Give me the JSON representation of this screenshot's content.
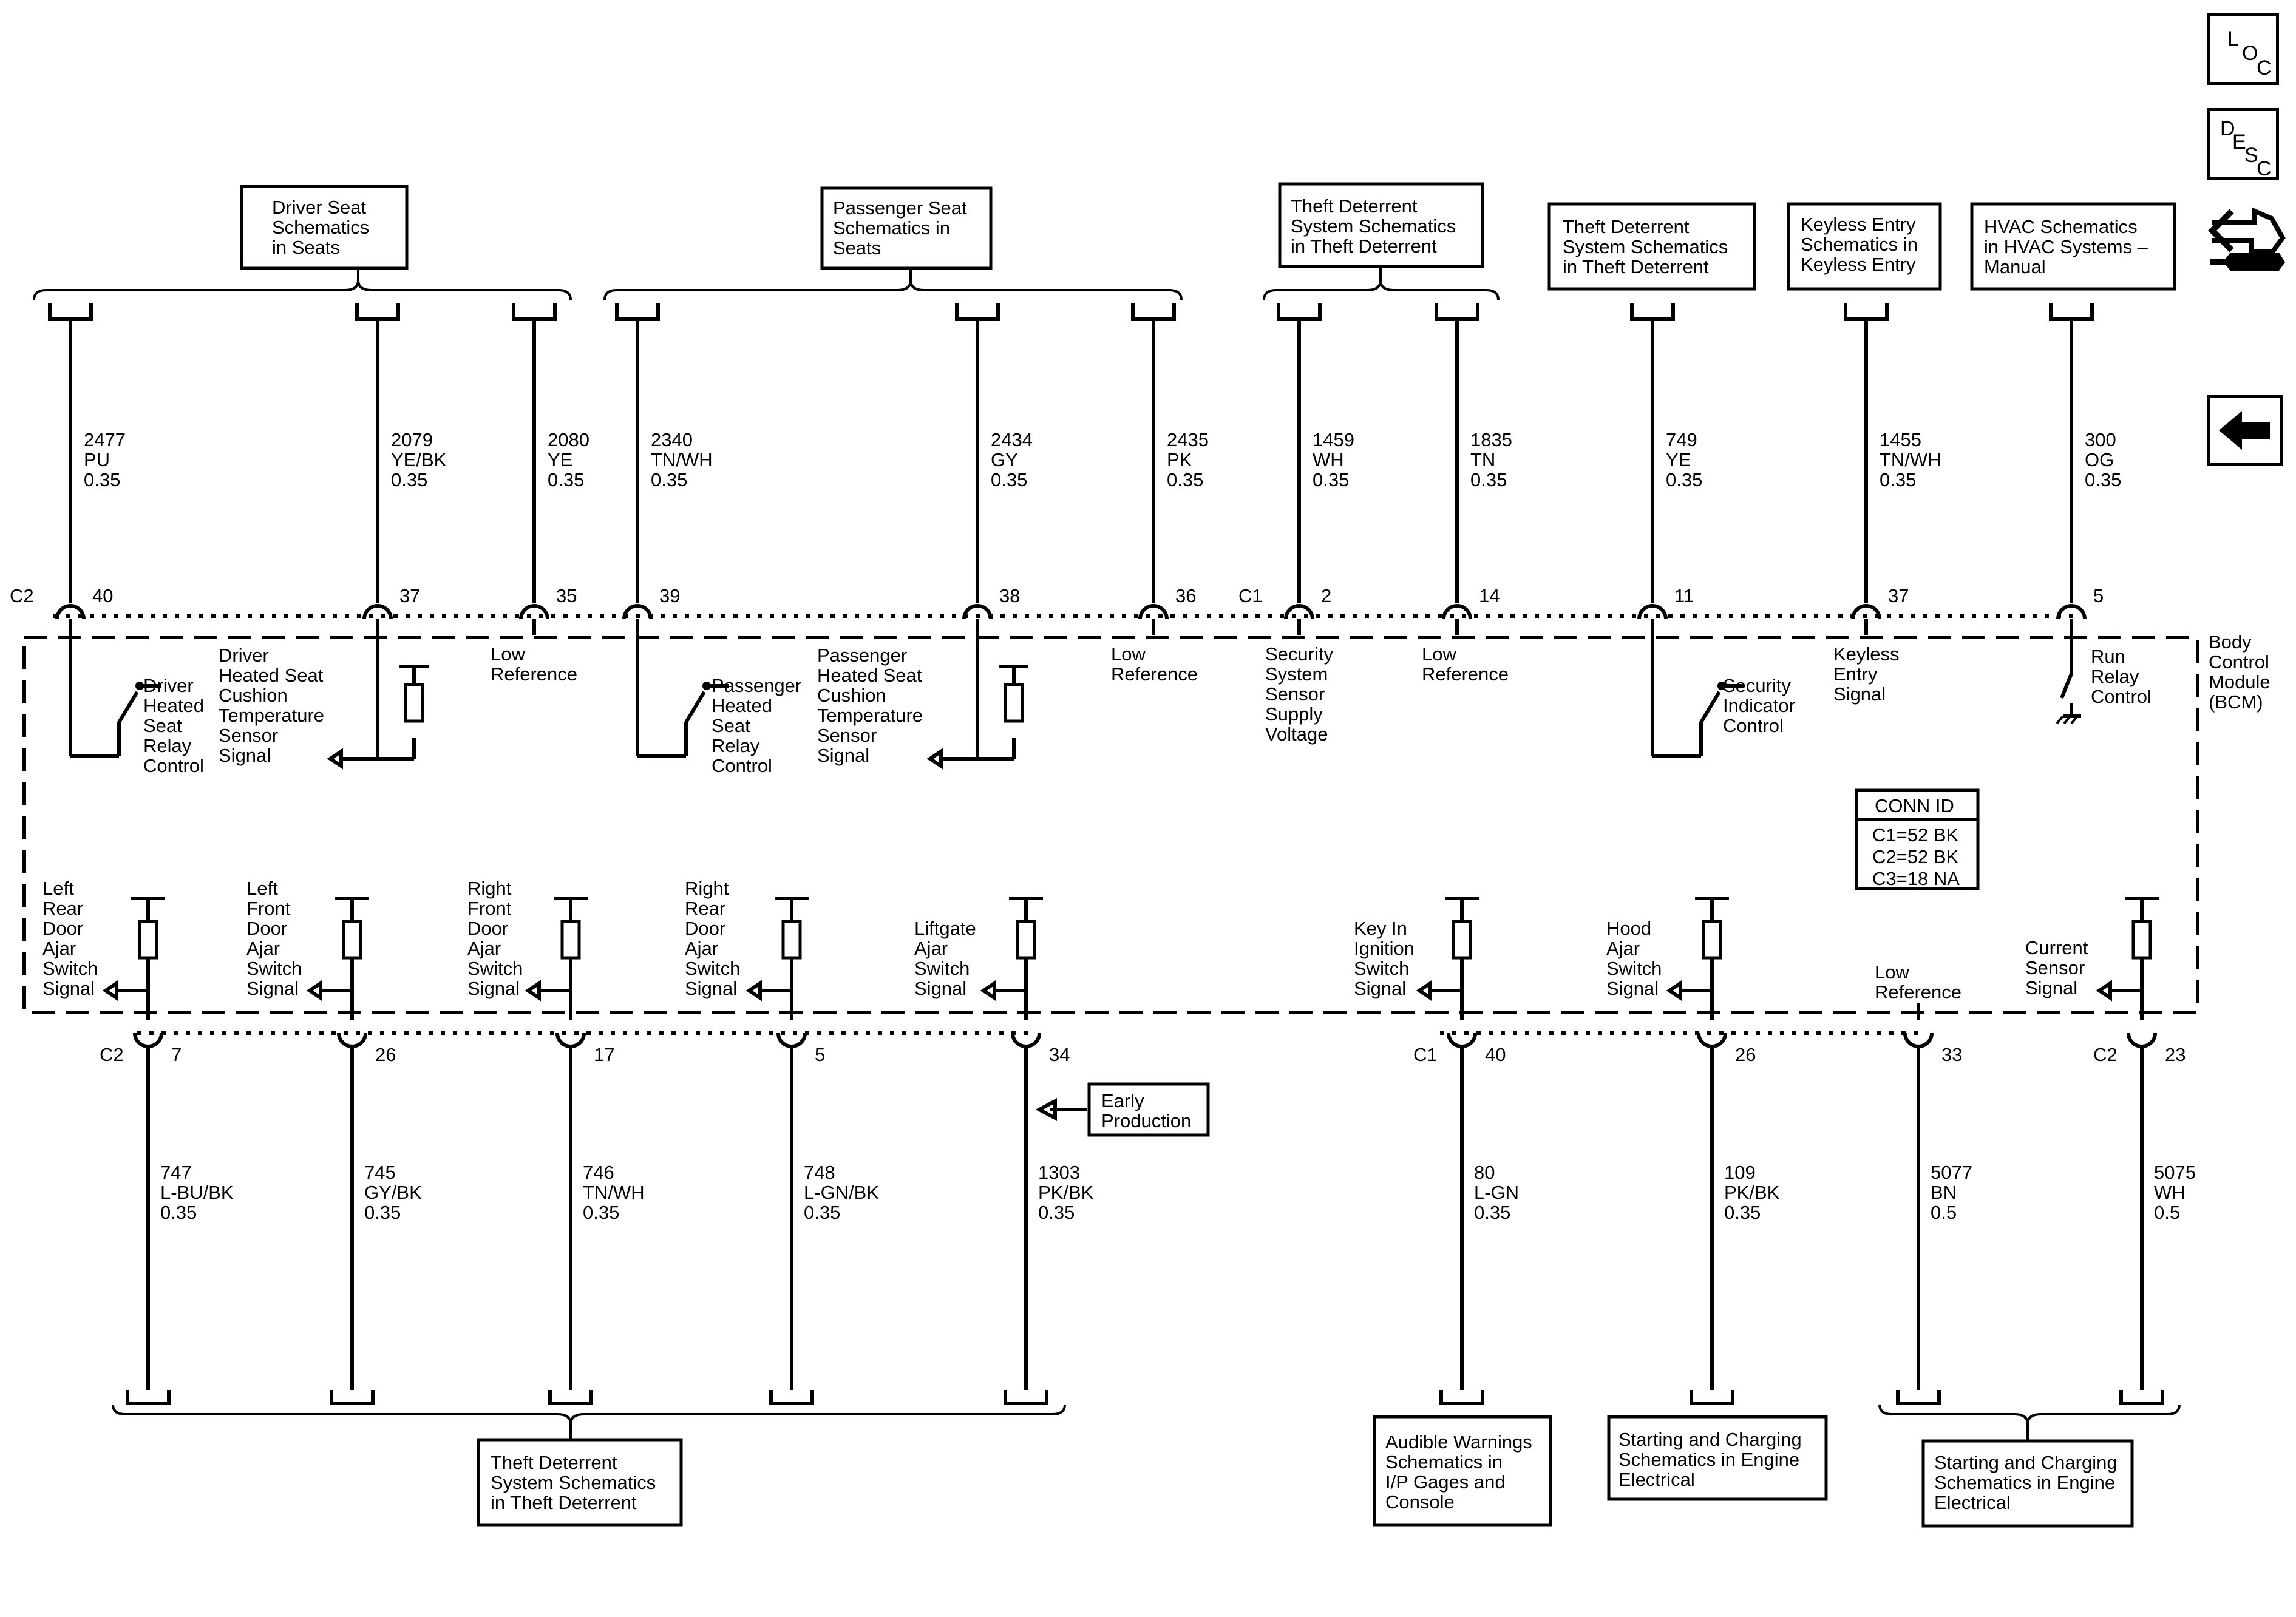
{
  "nav": {
    "loc": {
      "l1": "L",
      "l2": "O",
      "l3": "C"
    },
    "desc": {
      "l1": "D",
      "l2": "E",
      "l3": "S",
      "l4": "C"
    },
    "icons": [
      "connector-wrench-icon",
      "back-arrow-icon"
    ]
  },
  "module": {
    "name": [
      "Body",
      "Control",
      "Module",
      "(BCM)"
    ]
  },
  "conn_id": {
    "title": "CONN ID",
    "rows": [
      "C1=52 BK",
      "C2=52 BK",
      "C3=18 NA"
    ]
  },
  "top_refs": [
    {
      "lines": [
        "Driver Seat",
        "Schematics",
        "in Seats"
      ]
    },
    {
      "lines": [
        "Passenger Seat",
        "Schematics in",
        "Seats"
      ]
    },
    {
      "lines": [
        "Theft Deterrent",
        "System Schematics",
        "in Theft Deterrent"
      ]
    },
    {
      "lines": [
        "Theft Deterrent",
        "System Schematics",
        "in Theft Deterrent"
      ]
    },
    {
      "lines": [
        "Keyless Entry",
        "Schematics in",
        "Keyless Entry"
      ]
    },
    {
      "lines": [
        "HVAC Schematics",
        "in HVAC Systems –",
        "Manual"
      ]
    }
  ],
  "top_wires": [
    {
      "circuit": "2477",
      "color": "PU",
      "gauge": "0.35",
      "conn": "C2",
      "pin": "40"
    },
    {
      "circuit": "2079",
      "color": "YE/BK",
      "gauge": "0.35",
      "pin": "37"
    },
    {
      "circuit": "2080",
      "color": "YE",
      "gauge": "0.35",
      "pin": "35"
    },
    {
      "circuit": "2340",
      "color": "TN/WH",
      "gauge": "0.35",
      "pin": "39"
    },
    {
      "circuit": "2434",
      "color": "GY",
      "gauge": "0.35",
      "pin": "38"
    },
    {
      "circuit": "2435",
      "color": "PK",
      "gauge": "0.35",
      "pin": "36"
    },
    {
      "circuit": "1459",
      "color": "WH",
      "gauge": "0.35",
      "conn": "C1",
      "pin": "2"
    },
    {
      "circuit": "1835",
      "color": "TN",
      "gauge": "0.35",
      "pin": "14"
    },
    {
      "circuit": "749",
      "color": "YE",
      "gauge": "0.35",
      "pin": "11"
    },
    {
      "circuit": "1455",
      "color": "TN/WH",
      "gauge": "0.35",
      "pin": "37"
    },
    {
      "circuit": "300",
      "color": "OG",
      "gauge": "0.35",
      "pin": "5"
    }
  ],
  "top_functions": [
    [
      "Driver",
      "Heated",
      "Seat",
      "Relay",
      "Control"
    ],
    [
      "Driver",
      "Heated Seat",
      "Cushion",
      "Temperature",
      "Sensor",
      "Signal"
    ],
    [
      "Low",
      "Reference"
    ],
    [
      "Passenger",
      "Heated",
      "Seat",
      "Relay",
      "Control"
    ],
    [
      "Passenger",
      "Heated Seat",
      "Cushion",
      "Temperature",
      "Sensor",
      "Signal"
    ],
    [
      "Low",
      "Reference"
    ],
    [
      "Security",
      "System",
      "Sensor",
      "Supply",
      "Voltage"
    ],
    [
      "Low",
      "Reference"
    ],
    [
      "Security",
      "Indicator",
      "Control"
    ],
    [
      "Keyless",
      "Entry",
      "Signal"
    ],
    [
      "Run",
      "Relay",
      "Control"
    ]
  ],
  "bottom_wires": [
    {
      "circuit": "747",
      "color": "L-BU/BK",
      "gauge": "0.35",
      "conn": "C2",
      "pin": "7"
    },
    {
      "circuit": "745",
      "color": "GY/BK",
      "gauge": "0.35",
      "pin": "26"
    },
    {
      "circuit": "746",
      "color": "TN/WH",
      "gauge": "0.35",
      "pin": "17"
    },
    {
      "circuit": "748",
      "color": "L-GN/BK",
      "gauge": "0.35",
      "pin": "5"
    },
    {
      "circuit": "1303",
      "color": "PK/BK",
      "gauge": "0.35",
      "pin": "34"
    },
    {
      "circuit": "80",
      "color": "L-GN",
      "gauge": "0.35",
      "conn": "C1",
      "pin": "40"
    },
    {
      "circuit": "109",
      "color": "PK/BK",
      "gauge": "0.35",
      "pin": "26"
    },
    {
      "circuit": "5077",
      "color": "BN",
      "gauge": "0.5",
      "pin": "33"
    },
    {
      "circuit": "5075",
      "color": "WH",
      "gauge": "0.5",
      "conn": "C2",
      "pin": "23"
    }
  ],
  "bottom_functions": [
    [
      "Left",
      "Rear",
      "Door",
      "Ajar",
      "Switch",
      "Signal"
    ],
    [
      "Left",
      "Front",
      "Door",
      "Ajar",
      "Switch",
      "Signal"
    ],
    [
      "Right",
      "Front",
      "Door",
      "Ajar",
      "Switch",
      "Signal"
    ],
    [
      "Right",
      "Rear",
      "Door",
      "Ajar",
      "Switch",
      "Signal"
    ],
    [
      "Liftgate",
      "Ajar",
      "Switch",
      "Signal"
    ],
    [
      "Key In",
      "Ignition",
      "Switch",
      "Signal"
    ],
    [
      "Hood",
      "Ajar",
      "Switch",
      "Signal"
    ],
    [
      "Low",
      "Reference"
    ],
    [
      "Current",
      "Sensor",
      "Signal"
    ]
  ],
  "early_production": [
    "Early",
    "Production"
  ],
  "bottom_refs": [
    {
      "lines": [
        "Theft Deterrent",
        "System Schematics",
        "in Theft Deterrent"
      ]
    },
    {
      "lines": [
        "Audible Warnings",
        "Schematics in",
        "I/P Gages and",
        "Console"
      ]
    },
    {
      "lines": [
        "Starting and Charging",
        "Schematics in Engine",
        "Electrical"
      ]
    },
    {
      "lines": [
        "Starting and Charging",
        "Schematics in Engine",
        "Electrical"
      ]
    }
  ]
}
